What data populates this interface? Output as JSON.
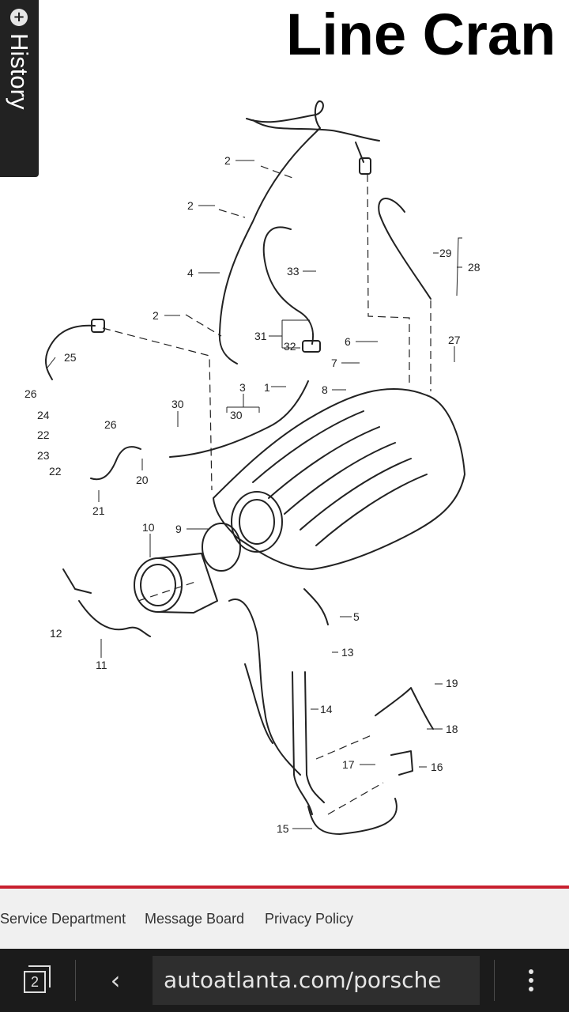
{
  "page": {
    "headline": "Line Cran",
    "history_tab": {
      "label": "History",
      "icon": "plus-circle-icon"
    }
  },
  "diagram": {
    "labels": [
      "1",
      "2",
      "2",
      "2",
      "3",
      "4",
      "5",
      "6",
      "7",
      "8",
      "9",
      "10",
      "11",
      "12",
      "13",
      "14",
      "15",
      "16",
      "17",
      "18",
      "19",
      "20",
      "21",
      "22",
      "22",
      "23",
      "24",
      "25",
      "26",
      "26",
      "27",
      "28",
      "29",
      "30",
      "30",
      "31",
      "32",
      "33"
    ]
  },
  "footer": {
    "links": [
      "Service Department",
      "Message Board",
      "Privacy Policy"
    ],
    "accent_color": "#c8202f"
  },
  "browser": {
    "tab_count": "2",
    "url": "autoatlanta.com/porsche",
    "icons": {
      "tabs": "tabs-icon",
      "back": "back-chevron-icon",
      "menu": "more-vert-icon"
    }
  }
}
